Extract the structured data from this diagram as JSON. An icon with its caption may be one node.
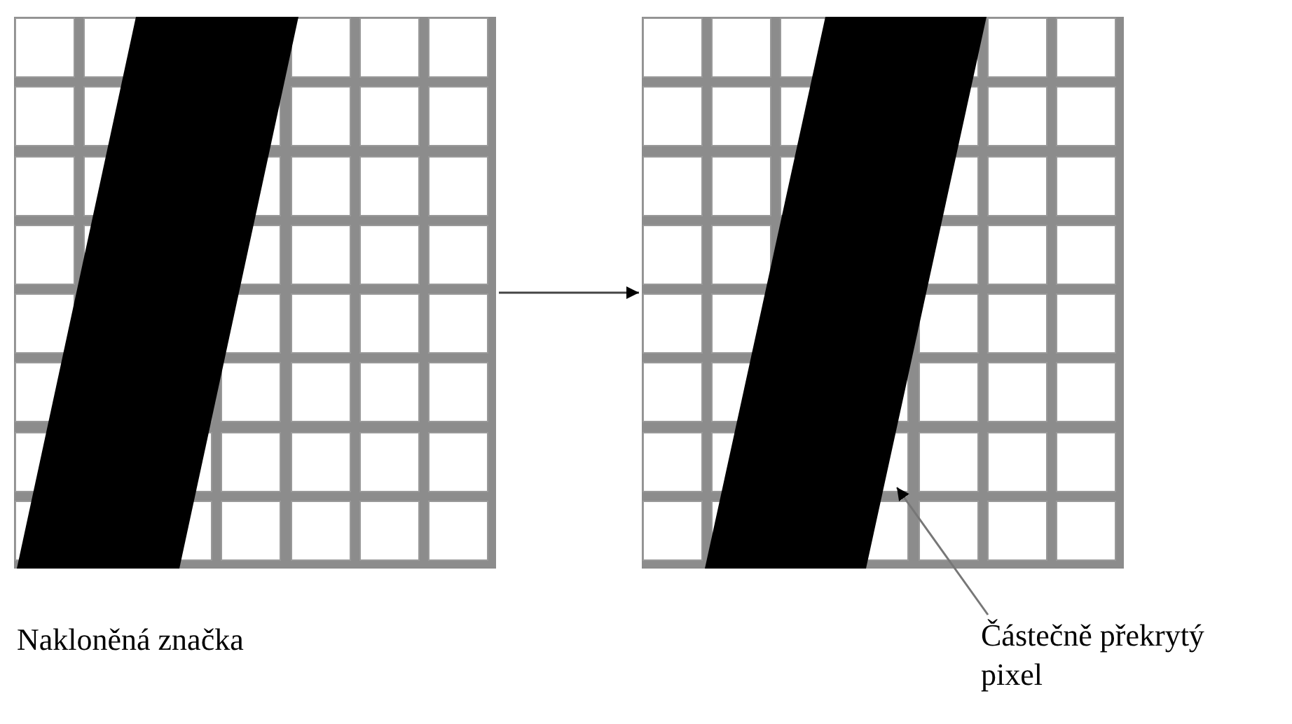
{
  "diagram": {
    "nodes": [
      {
        "text": [],
        "shape": "picture",
        "beside": [
          "Nakloněná značka"
        ]
      },
      {
        "text": [],
        "shape": "picture"
      },
      {
        "text": [
          "Částečně překrytý pixel"
        ]
      }
    ],
    "edges": [
      {
        "from": 0,
        "to": 1,
        "arrow": "to"
      },
      {
        "from": 2,
        "to": 1,
        "arrow": "to"
      }
    ]
  }
}
